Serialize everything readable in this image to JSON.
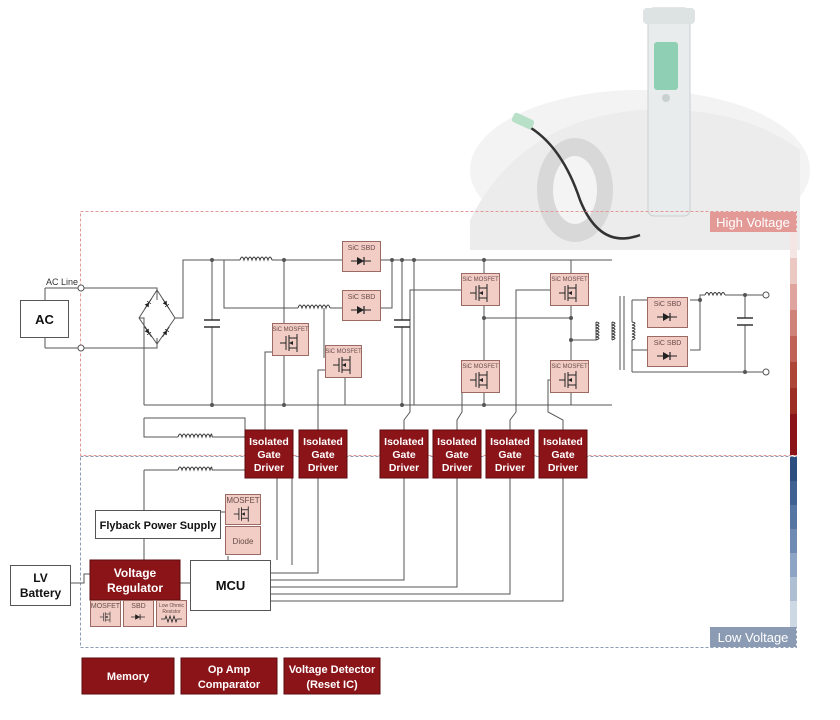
{
  "zones": {
    "high_voltage": "High Voltage",
    "low_voltage": "Low Voltage"
  },
  "sources": {
    "ac_line_label": "AC Line",
    "ac": "AC",
    "lv_battery_line1": "LV",
    "lv_battery_line2": "Battery"
  },
  "components": {
    "sic_sbd": "SiC SBD",
    "sic_mosfet": "SiC MOSFET",
    "gate_driver_line1": "Isolated",
    "gate_driver_line2": "Gate",
    "gate_driver_line3": "Driver",
    "flyback": "Flyback Power Supply",
    "mosfet": "MOSFET",
    "diode": "Diode",
    "vreg_line1": "Voltage",
    "vreg_line2": "Regulator",
    "sbd": "SBD",
    "low_ohmic_line1": "Low Ohmic",
    "low_ohmic_line2": "Resistor",
    "mcu": "MCU"
  },
  "legend": {
    "memory": "Memory",
    "opamp_line1": "Op Amp",
    "opamp_line2": "Comparator",
    "vdet_line1": "Voltage Detector",
    "vdet_line2": "(Reset IC)"
  },
  "colors": {
    "dark_red": "#8b1419",
    "component_fill": "#f1cdc6",
    "high_voltage_tab": "#e39a96",
    "low_voltage_tab": "#8a9bb3",
    "wire": "#555555"
  }
}
